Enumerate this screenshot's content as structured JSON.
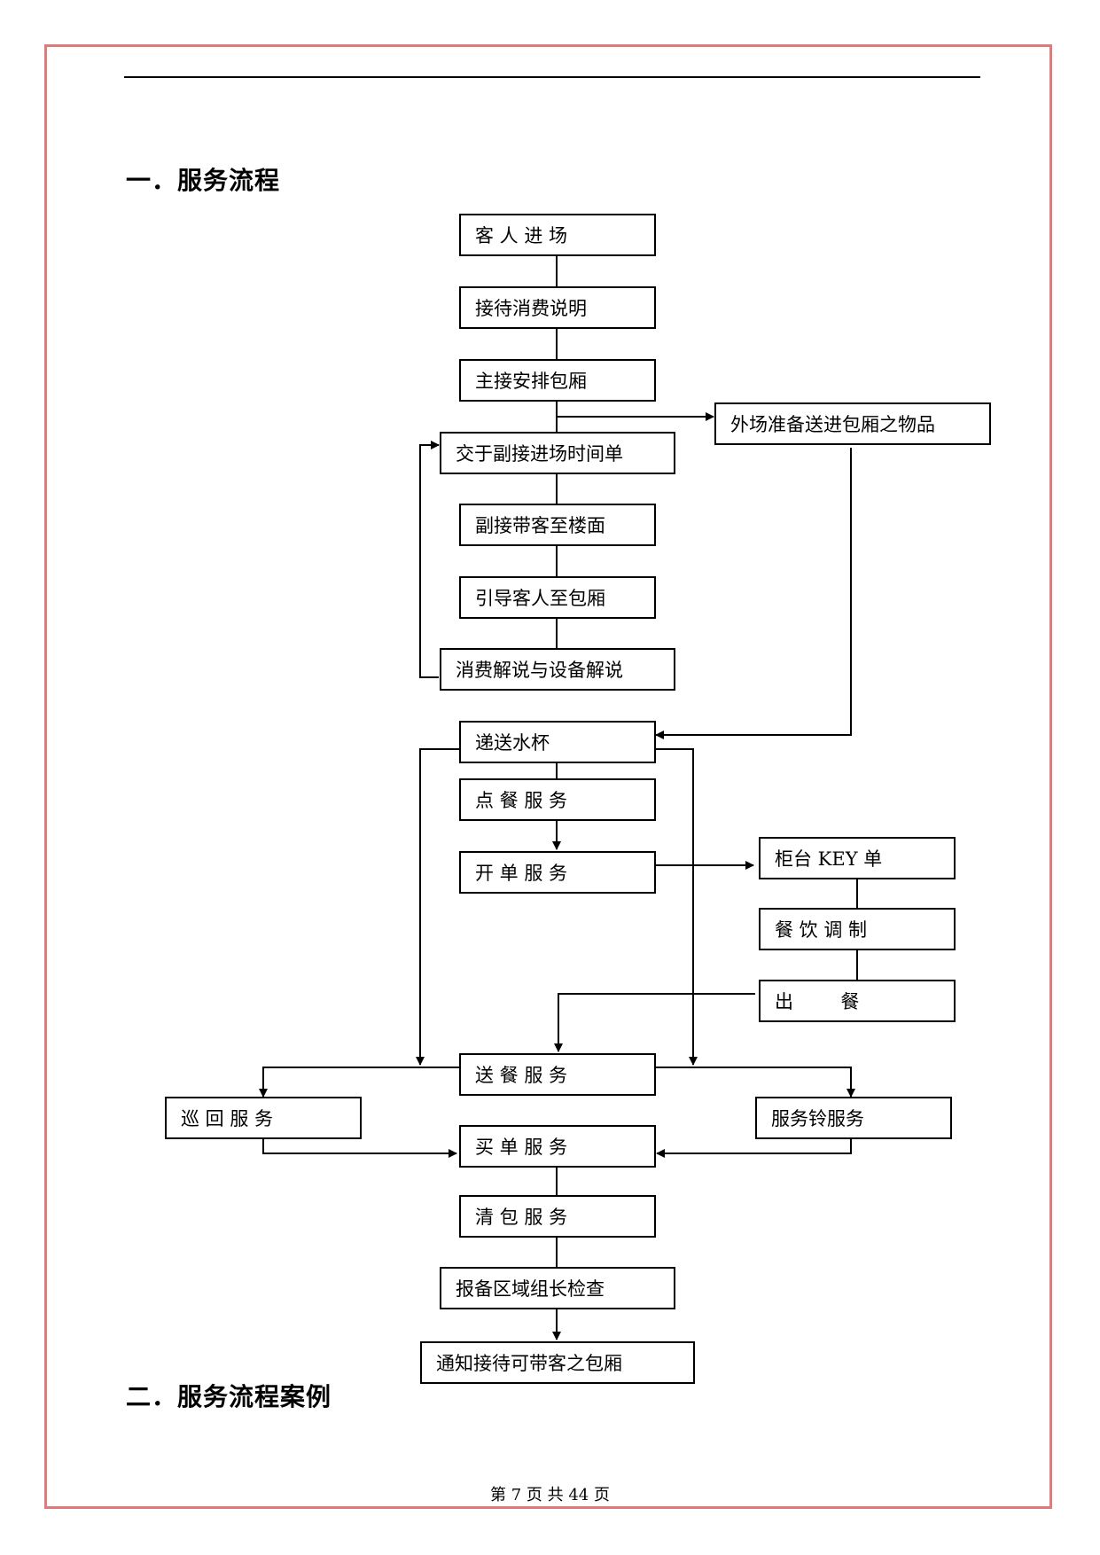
{
  "sections": {
    "section1_title": "一．服务流程",
    "section2_title": "二．服务流程案例"
  },
  "flow_nodes": {
    "guest_entry": "客 人 进 场",
    "reception_explain": "接待消费说明",
    "main_arrange_room": "主接安排包厢",
    "outside_prepare": "外场准备送进包厢之物品",
    "handover_time_sheet": "交于副接进场时间单",
    "guide_to_floor": "副接带客至楼面",
    "guide_to_room": "引导客人至包厢",
    "consumption_equipment_explain": "消费解说与设备解说",
    "deliver_cups": "递送水杯",
    "order_service": "点 餐 服 务",
    "bill_service": "开 单 服 务",
    "counter_key": "柜台 KEY 单",
    "food_preparation": "餐 饮 调 制",
    "serve_out": "出        餐",
    "delivery_service": "送 餐 服 务",
    "patrol_service": "巡 回 服 务",
    "bell_service": "服务铃服务",
    "checkout_service": "买 单 服 务",
    "clean_room_service": "清 包 服 务",
    "report_inspection": "报备区域组长检查",
    "notify_reception": "通知接待可带客之包厢"
  },
  "footer": {
    "page_text": "第 7 页 共 44 页"
  },
  "colors": {
    "page_border": "#e07b7b",
    "line": "#000000"
  }
}
